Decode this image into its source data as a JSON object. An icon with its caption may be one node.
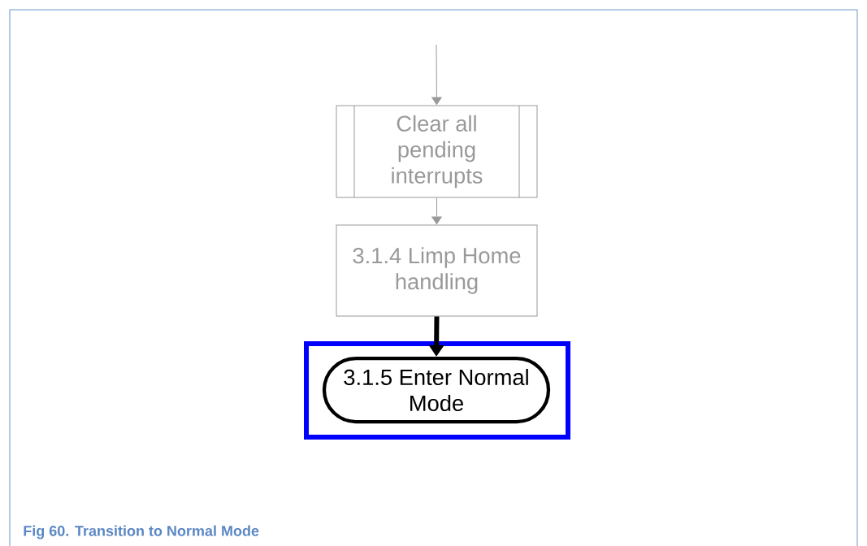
{
  "diagram": {
    "caption": "Fig 60. Transition to Normal Mode",
    "nodes": [
      {
        "text": [
          "Clear all pending interrupts"
        ]
      },
      {
        "text": [
          "3.1.4 Limp Home handling"
        ]
      },
      {
        "text": [],
        "shape": "box"
      },
      {
        "text": [
          "3.1.5 Enter Normal Mode"
        ],
        "in": 2
      }
    ],
    "edges": [
      {
        "from": null,
        "to": 0,
        "arrow": "to"
      },
      {
        "from": 0,
        "to": 1,
        "arrow": "to"
      },
      {
        "from": 1,
        "to": 3,
        "arrow": "to",
        "style": "thick",
        "color": "#000000"
      }
    ]
  }
}
